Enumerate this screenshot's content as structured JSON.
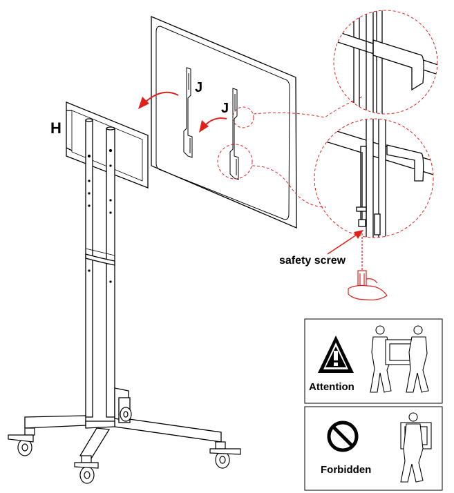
{
  "labels": {
    "h": "H",
    "j_left": "J",
    "j_right": "J",
    "safety_screw": "safety screw"
  },
  "panels": {
    "attention": "Attention",
    "forbidden": "Forbidden"
  },
  "colors": {
    "line": "#000000",
    "accent": "#e0201b",
    "fill_light": "#ffffff"
  },
  "icons": {
    "attention": "warning-triangle-icon",
    "forbidden": "prohibited-circle-icon"
  }
}
